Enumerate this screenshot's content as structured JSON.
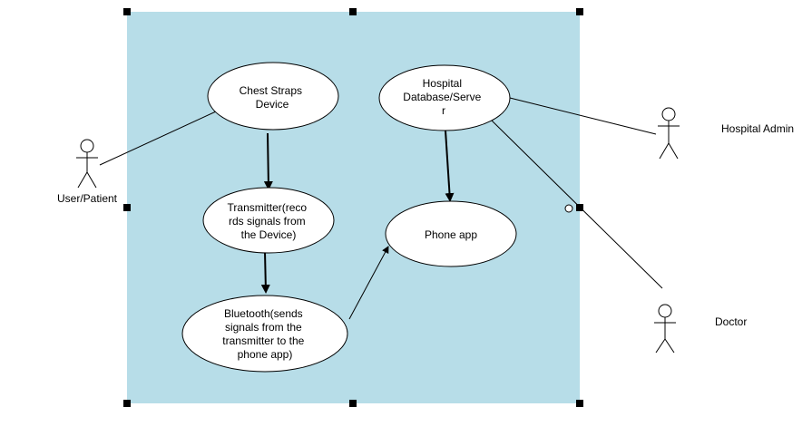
{
  "diagram": {
    "system_fill": "#b7dde8",
    "nodes": {
      "chest": {
        "lines": [
          "Chest Straps",
          "Device"
        ]
      },
      "transmitter": {
        "lines": [
          "Transmitter(reco",
          "rds signals from",
          "the Device)"
        ]
      },
      "bluetooth": {
        "lines": [
          "Bluetooth(sends",
          "signals from the",
          "transmitter to the",
          "phone app)"
        ]
      },
      "hospital_db": {
        "lines": [
          "Hospital",
          "Database/Serve",
          "r"
        ]
      },
      "phone_app": {
        "lines": [
          "Phone app"
        ]
      }
    },
    "actors": {
      "user": {
        "label": "User/Patient"
      },
      "admin": {
        "label": "Hospital Admin"
      },
      "doctor": {
        "label": "Doctor"
      }
    }
  }
}
